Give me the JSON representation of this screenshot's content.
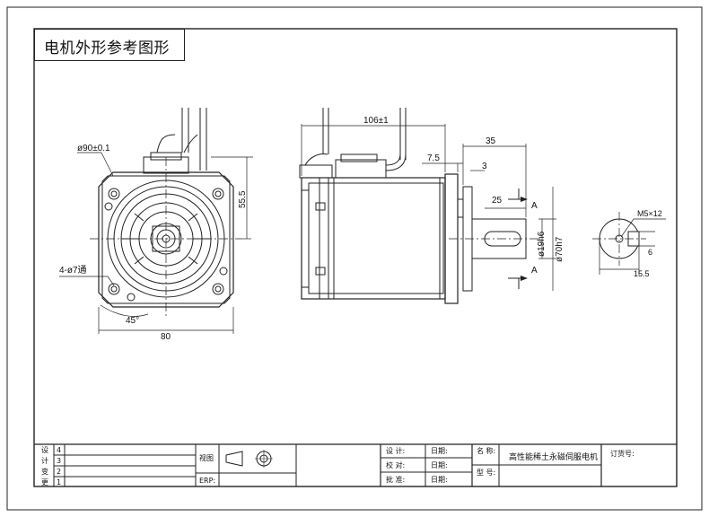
{
  "title": "电机外形参考图形",
  "front_view": {
    "pcd": "ø90±0.1",
    "holes": "4-ø7通",
    "angle": "45°",
    "width": "80",
    "height": "55.5"
  },
  "side_view": {
    "length": "106±1",
    "shaft_len": "35",
    "d75": "7.5",
    "d3": "3",
    "key_len": "25",
    "shaft_dia": "ø19h6",
    "pilot_dia": "ø70h7",
    "section_a": "A"
  },
  "section_view": {
    "thread": "M5×12",
    "key_depth": "6",
    "key_dim": "15.5"
  },
  "title_block": {
    "rev_labels": [
      "设",
      "计",
      "变",
      "更"
    ],
    "rev_numbers": [
      "4",
      "3",
      "2",
      "1"
    ],
    "view_label": "视图",
    "erp_label": "ERP:",
    "design_label": "设 计:",
    "check_label": "校 对:",
    "approve_label": "批 准:",
    "date_label": "日期:",
    "name_label": "名  称:",
    "model_label": "型  号:",
    "product_name": "高性能稀土永磁伺服电机",
    "order_label": "订货号:"
  }
}
